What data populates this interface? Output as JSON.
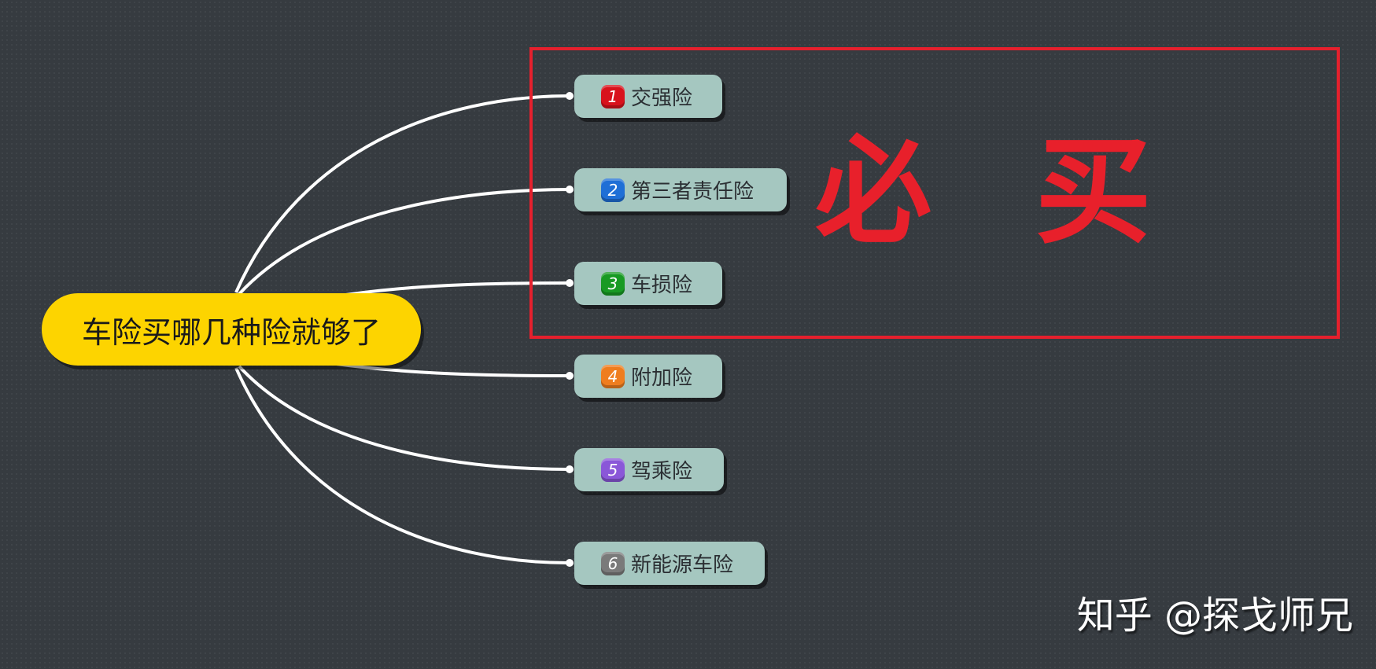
{
  "root": {
    "label": "车险买哪几种险就够了"
  },
  "highlight": {
    "label": "必 买"
  },
  "branches": [
    {
      "num": "1",
      "label": "交强险",
      "badge_color": "#d8121c"
    },
    {
      "num": "2",
      "label": "第三者责任险",
      "badge_color": "#1f6fd6"
    },
    {
      "num": "3",
      "label": "车损险",
      "badge_color": "#189a23"
    },
    {
      "num": "4",
      "label": "附加险",
      "badge_color": "#ef7d1e"
    },
    {
      "num": "5",
      "label": "驾乘险",
      "badge_color": "#8a57d8"
    },
    {
      "num": "6",
      "label": "新能源车险",
      "badge_color": "#7a7a7a"
    }
  ],
  "watermark": {
    "label": "知乎 @探戈师兄"
  },
  "colors": {
    "background": "#363b40",
    "root_fill": "#fdd400",
    "node_fill": "#a5c7c0",
    "highlight_red": "#e5202d",
    "connector": "#ffffff"
  }
}
